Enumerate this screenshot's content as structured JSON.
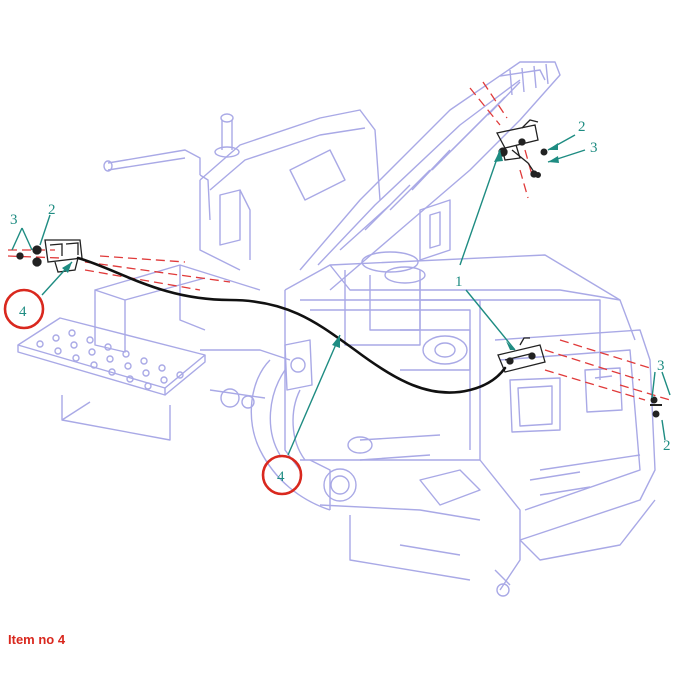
{
  "colors": {
    "outline": "#a9a9e6",
    "outline_dark": "#8f8fd6",
    "callout": "#1e8c82",
    "highlight_circle": "#d9281e",
    "guide_line": "#e03a3a",
    "cable": "#111111",
    "caption": "#d9281e"
  },
  "callouts": {
    "c1_top": "1",
    "c2_top": "2",
    "c3_top": "3",
    "c3_left": "3",
    "c2_left": "2",
    "c4_left": "4",
    "c1_mid": "1",
    "c3_right": "3",
    "c2_right": "2",
    "c4_bottom": "4"
  },
  "caption": "Item no 4"
}
